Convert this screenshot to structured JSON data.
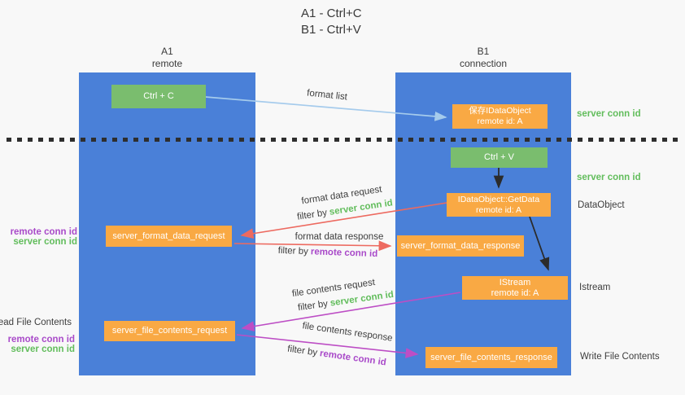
{
  "title": {
    "line1": "A1 - Ctrl+C",
    "line2": "B1 - Ctrl+V"
  },
  "columns": {
    "a": {
      "id": "A1",
      "role": "remote"
    },
    "b": {
      "id": "B1",
      "role": "connection"
    }
  },
  "nodes": {
    "ctrl_c": {
      "label": "Ctrl + C"
    },
    "ctrl_v": {
      "label": "Ctrl + V"
    },
    "save_dataobject": {
      "line1": "保存IDataObject",
      "line2": "remote id: A"
    },
    "getdata": {
      "line1": "IDataObject::GetData",
      "line2": "remote id: A"
    },
    "istream": {
      "line1": "IStream",
      "line2": "remote id: A"
    },
    "server_format_data_request": {
      "label": "server_format_data_request"
    },
    "server_format_data_response": {
      "label": "server_format_data_response"
    },
    "server_file_contents_request": {
      "label": "server_file_contents_request"
    },
    "server_file_contents_response": {
      "label": "server_file_contents_response"
    }
  },
  "flow_labels": {
    "format_list": "format list",
    "format_data_request": "format data request",
    "format_data_response": "format data response",
    "file_contents_request": "file contents request",
    "file_contents_response": "file contents response",
    "filter_by": "filter by",
    "server_conn_id": "server conn id",
    "remote_conn_id": "remote conn id"
  },
  "side_labels": {
    "server_conn_id_top": "server conn id",
    "server_conn_id_mid": "server conn id",
    "dataobject": "DataObject",
    "istream": "Istream",
    "write_file_contents": "Write File Contents",
    "read_file_contents": "Read File Contents",
    "remote_conn_id": "remote conn id",
    "server_conn_id": "server conn id"
  },
  "colors": {
    "column_blue": "#4a80d8",
    "box_green": "#7abd6e",
    "box_orange": "#f9a944",
    "arrow_red": "#ed6a60",
    "arrow_magenta": "#bd4ec5",
    "arrow_light_blue": "#a5cbec",
    "arrow_black": "#2b2b2b",
    "text_green": "#62bd5c",
    "text_purple": "#a94ac9"
  }
}
